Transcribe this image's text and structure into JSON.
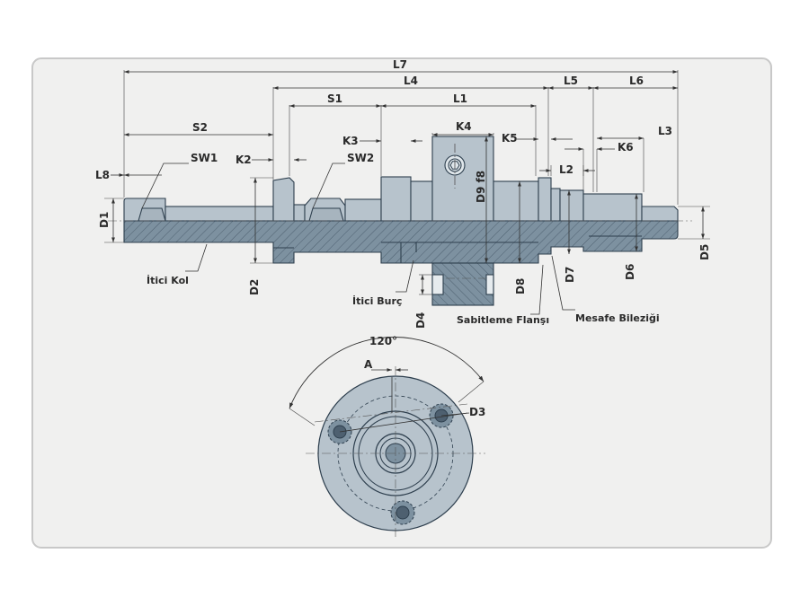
{
  "dimensions": {
    "L7": "L7",
    "L4": "L4",
    "L5": "L5",
    "L6": "L6",
    "L1": "L1",
    "S1": "S1",
    "K4": "K4",
    "L3": "L3",
    "S2": "S2",
    "K5": "K5",
    "K3": "K3",
    "K6": "K6",
    "SW1": "SW1",
    "SW2": "SW2",
    "K2": "K2",
    "L8": "L8",
    "L2": "L2",
    "D9f8": "D9 f8",
    "D1": "D1",
    "D2": "D2",
    "D8": "D8",
    "D7": "D7",
    "D6": "D6",
    "D5": "D5",
    "D4": "D4",
    "A": "A",
    "D3": "D3",
    "angle": "120°"
  },
  "parts": {
    "itici_kol": "İtici Kol",
    "itici_burc": "İtici Burç",
    "sabitleme_flansi": "Sabitleme Flanşı",
    "mesafe_bilezigi": "Mesafe Bileziği"
  },
  "colors": {
    "panel": "#f0f0ef",
    "panel_border": "#c8c8c8",
    "steel_light": "#b7c3cc",
    "steel_section": "#7d91a0",
    "outline": "#2e3f4e"
  }
}
